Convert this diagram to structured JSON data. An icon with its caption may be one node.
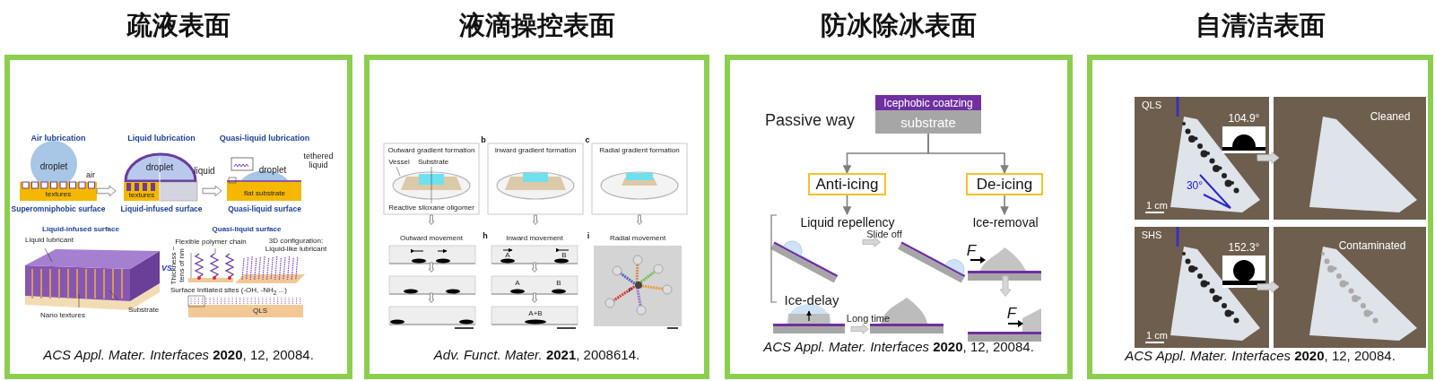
{
  "diagram": {
    "nodes": [
      {
        "text": [
          "疏液表面",
          "*ACS Appl. Mater. Interfaces* **2020**, 12, 20084."
        ]
      },
      {
        "text": [
          "液滴操控表面",
          "*Adv. Funct. Mater.* **2021**, 2008614."
        ]
      },
      {
        "text": [
          "防冰除冰表面",
          "*ACS Appl. Mater. Interfaces* **2020**, 12, 20084."
        ]
      },
      {
        "text": [
          "自清洁表面",
          "*ACS Appl. Mater. Interfaces* **2020**, 12, 20084."
        ]
      },
      {
        "text": [
          "Icephobic coatzing"
        ],
        "in": 2
      },
      {
        "text": [
          "substrate"
        ],
        "in": 2
      },
      {
        "text": [
          "Anti-icing"
        ],
        "in": 2
      },
      {
        "text": [
          "De-icing"
        ],
        "in": 2
      },
      {
        "text": [
          "Liquid repellency"
        ],
        "in": 2
      },
      {
        "text": [
          "Ice-removal"
        ],
        "in": 2
      }
    ],
    "edges": [
      {
        "from": 5,
        "to": 6,
        "arrow": "to"
      },
      {
        "from": 5,
        "to": 7,
        "arrow": "to"
      },
      {
        "from": 6,
        "to": 8,
        "arrow": "to"
      },
      {
        "from": 7,
        "to": 9,
        "arrow": "to"
      }
    ],
    "labels": [
      "Air lubrication",
      "droplet",
      "air",
      "textures",
      "Superomniphobic surface",
      "Liquid lubrication",
      "droplet",
      "liquid",
      "textures",
      "Liquid-infused surface",
      "Quasi-liquid lubrication",
      "droplet",
      "tethered liquid",
      "flat substrate",
      "Quasi-liquid surface",
      "Liquid-infused surface",
      "Liquid lubricant",
      "Nano textures",
      "Substrate",
      "VS",
      "Quasi-liquid surface",
      "Flexible polymer chain",
      "3D configuration: Liquid-like lubricant",
      "Thickness ~ tens of nm",
      "Surface Initiated sites (-OH, -NH$_{2}$ ...)",
      "QLS",
      "Outward gradient formation",
      "Vessel",
      "Substrate",
      "Reactive siloxane oligomer",
      "b",
      "Inward gradient formation",
      "c",
      "Radial gradient formation",
      "Outward movement",
      "h",
      "Inward movement",
      "A",
      "B",
      "A",
      "B",
      "A+B",
      "i",
      "Radial movement",
      "F",
      "Passive way",
      "Slide off",
      "Ice-delay",
      "Long time",
      "F",
      "F",
      "QLS",
      "104.9°",
      "30°",
      "1 cm",
      "Cleaned",
      "SHS",
      "152.3°",
      "1 cm",
      "Contaminated"
    ]
  }
}
